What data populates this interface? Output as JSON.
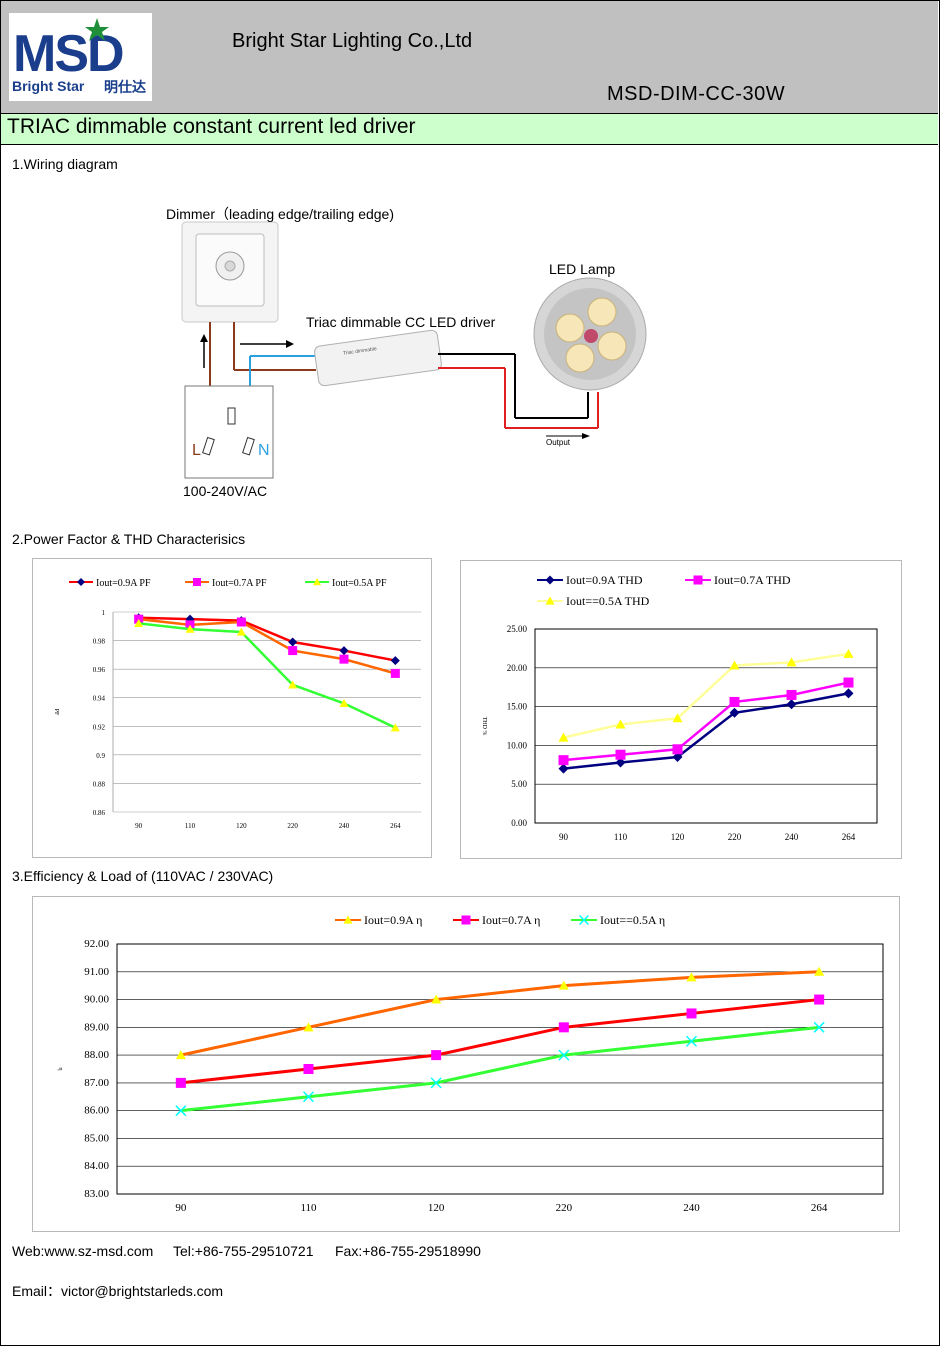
{
  "header": {
    "logo_letters": "MSD",
    "logo_brand": "Bright Star",
    "logo_cn": "明仕达",
    "company": "Bright Star Lighting Co.,Ltd",
    "model": "MSD-DIM-CC-30W"
  },
  "subtitle": "TRIAC dimmable constant current led driver",
  "sections": {
    "wiring": "1.Wiring diagram",
    "pf_thd": "2.Power Factor & THD Characterisics",
    "efficiency": "3.Efficiency & Load of (110VAC / 230VAC)"
  },
  "wiring": {
    "dimmer_label": "Dimmer（leading  edge/trailing edge)",
    "driver_label": "Triac dimmable CC LED driver",
    "lamp_label": "LED Lamp",
    "output_label": "Output",
    "L": "L",
    "N": "N",
    "mains_label": "100-240V/AC",
    "driver_print": "Triac dimmable"
  },
  "colors": {
    "header_bg": "#c0c0c0",
    "subtitle_bg": "#ccffcc",
    "logo_blue": "#1a3e8c",
    "logo_green": "#1f8f3a"
  },
  "chart_data": [
    {
      "type": "line",
      "categories": [
        "90",
        "110",
        "120",
        "220",
        "240",
        "264"
      ],
      "ylim": [
        0.86,
        1
      ],
      "yticks": [
        "0.86",
        "0.88",
        "0.9",
        "0.92",
        "0.94",
        "0.96",
        "0.98",
        "1"
      ],
      "ylabel": "PF",
      "series": [
        {
          "name": "Iout=0.9A PF",
          "color": "#ff0000",
          "marker": "diamond",
          "marker_color": "#000080",
          "values": [
            0.996,
            0.995,
            0.994,
            0.979,
            0.973,
            0.966
          ]
        },
        {
          "name": "Iout=0.7A PF",
          "color": "#ff6600",
          "marker": "square",
          "marker_color": "#ff00ff",
          "values": [
            0.995,
            0.991,
            0.993,
            0.973,
            0.967,
            0.957
          ]
        },
        {
          "name": "Iout=0.5A PF",
          "color": "#33ff33",
          "marker": "triangle",
          "marker_color": "#ffff00",
          "values": [
            0.992,
            0.988,
            0.986,
            0.949,
            0.936,
            0.919
          ]
        }
      ],
      "grid": true,
      "legend": "top"
    },
    {
      "type": "line",
      "categories": [
        "90",
        "110",
        "120",
        "220",
        "240",
        "264"
      ],
      "ylim": [
        0,
        25
      ],
      "yticks": [
        "0.00",
        "5.00",
        "10.00",
        "15.00",
        "20.00",
        "25.00"
      ],
      "ylabel": "THD %",
      "series": [
        {
          "name": "Iout=0.9A THD",
          "color": "#000080",
          "marker": "diamond",
          "marker_color": "#000080",
          "values": [
            7.0,
            7.8,
            8.5,
            14.2,
            15.3,
            16.7
          ]
        },
        {
          "name": "Iout=0.7A THD",
          "color": "#ff00ff",
          "marker": "square",
          "marker_color": "#ff00ff",
          "values": [
            8.1,
            8.8,
            9.5,
            15.6,
            16.5,
            18.1
          ]
        },
        {
          "name": "Iout==0.5A THD",
          "color": "#ffff99",
          "marker": "triangle",
          "marker_color": "#ffff00",
          "values": [
            11.0,
            12.7,
            13.5,
            20.3,
            20.7,
            21.8
          ]
        }
      ],
      "grid": true,
      "legend": "top"
    },
    {
      "type": "line",
      "categories": [
        "90",
        "110",
        "120",
        "220",
        "240",
        "264"
      ],
      "ylim": [
        83,
        92
      ],
      "yticks": [
        "83.00",
        "84.00",
        "85.00",
        "86.00",
        "87.00",
        "88.00",
        "89.00",
        "90.00",
        "91.00",
        "92.00"
      ],
      "ylabel": "η",
      "series": [
        {
          "name": "Iout=0.9A  η",
          "color": "#ff6600",
          "marker": "triangle",
          "marker_color": "#ffff00",
          "values": [
            88.0,
            89.0,
            90.0,
            90.5,
            90.8,
            91.0
          ]
        },
        {
          "name": "Iout=0.7A  η",
          "color": "#ff0000",
          "marker": "square",
          "marker_color": "#ff00ff",
          "values": [
            87.0,
            87.5,
            88.0,
            89.0,
            89.5,
            90.0
          ]
        },
        {
          "name": "Iout==0.5A  η",
          "color": "#33ff33",
          "marker": "x",
          "marker_color": "#00ffff",
          "values": [
            86.0,
            86.5,
            87.0,
            88.0,
            88.5,
            89.0
          ]
        }
      ],
      "grid": true,
      "legend": "top"
    }
  ],
  "footer": {
    "web": "Web:www.sz-msd.com",
    "tel": "Tel:+86-755-29510721",
    "fax": "Fax:+86-755-29518990",
    "email": "Email：victor@brightstarleds.com"
  }
}
